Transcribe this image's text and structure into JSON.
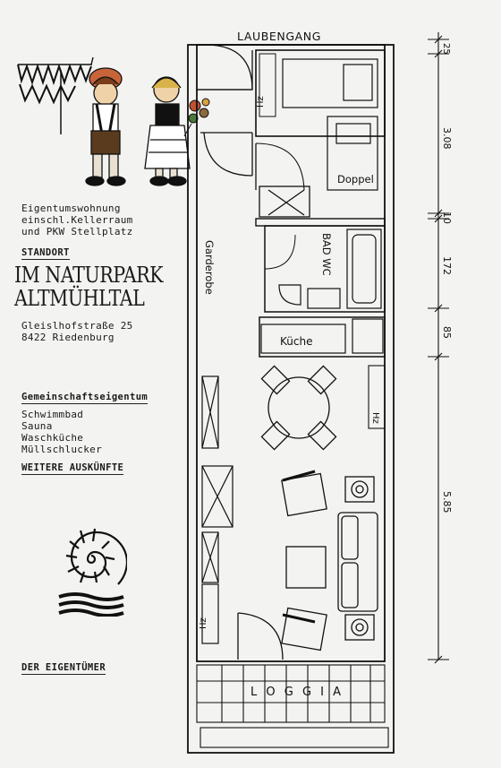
{
  "sidebar": {
    "description_lines": [
      "Eigentumswohnung",
      "einschl.Kellerraum",
      "und PKW Stellplatz"
    ],
    "location_heading": "STANDORT",
    "title_lines": [
      "IM NATURPARK",
      "ALTMÜHLTAL"
    ],
    "address_lines": [
      "Gleislhofstraße 25",
      "8422 Riedenburg"
    ],
    "common_heading": "Gemeinschaftseigentum",
    "common_items": [
      "Schwimmbad",
      "Sauna",
      "Waschküche",
      "Müllschlucker"
    ],
    "info_heading": "WEITERE AUSKÜNFTE",
    "owner_heading": "DER EIGENTÜMER"
  },
  "plan": {
    "corridor_label": "LAUBENGANG",
    "cloakroom_label": "Garderobe",
    "double_room_label": "Doppel",
    "bath_label": "BAD WC",
    "kitchen_label": "Küche",
    "loggia_label": "L O G G I A",
    "heater_label": "Hz",
    "dimensions": [
      "25",
      "3.08",
      "10",
      "172",
      "85",
      "5.85"
    ]
  }
}
